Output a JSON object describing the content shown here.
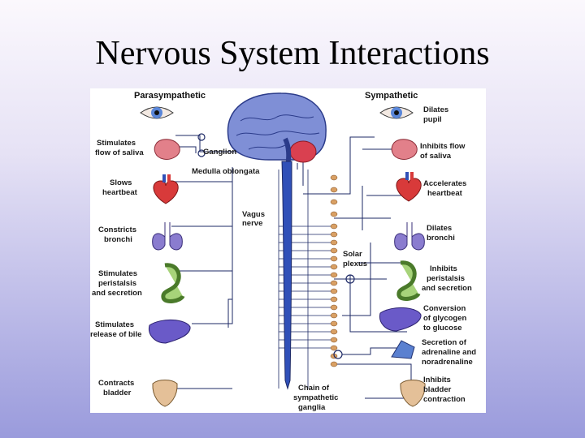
{
  "slide": {
    "title": "Nervous System Interactions"
  },
  "diagram": {
    "header_left": "Parasympathetic",
    "header_right": "Sympathetic",
    "center_labels": {
      "ganglion": "Ganglion",
      "medulla": "Medulla oblongata",
      "vagus_1": "Vagus",
      "vagus_2": "nerve",
      "solar_1": "Solar",
      "solar_2": "plexus",
      "chain_1": "Chain of",
      "chain_2": "sympathetic",
      "chain_3": "ganglia"
    },
    "left_effects": [
      [
        "Stimulates",
        "flow of saliva"
      ],
      [
        "Slows",
        "heartbeat"
      ],
      [
        "Constricts",
        "bronchi"
      ],
      [
        "Stimulates",
        "peristalsis",
        "and secretion"
      ],
      [
        "Stimulates",
        "release of bile"
      ],
      [
        "Contracts",
        "bladder"
      ]
    ],
    "right_effects": [
      [
        "Dilates",
        "pupil"
      ],
      [
        "Inhibits flow",
        "of saliva"
      ],
      [
        "Accelerates",
        "heartbeat"
      ],
      [
        "Dilates",
        "bronchi"
      ],
      [
        "Inhibits",
        "peristalsis",
        "and secretion"
      ],
      [
        "Conversion",
        "of glycogen",
        "to glucose"
      ],
      [
        "Secretion of",
        "adrenaline and",
        "noradrenaline"
      ],
      [
        "Inhibits",
        "bladder",
        "contraction"
      ]
    ],
    "colors": {
      "nerve": "#3050b8",
      "brain": "#7f8fd6",
      "cerebellum": "#d94050",
      "gland": "#d9a064",
      "wire": "#1e2a66"
    }
  }
}
